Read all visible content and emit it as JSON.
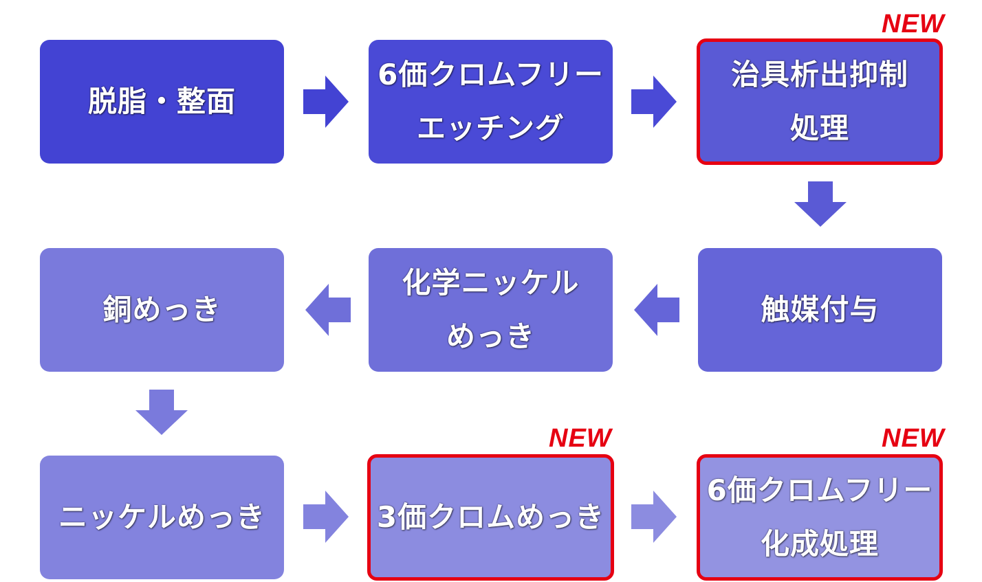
{
  "colors": {
    "new_border": "#e60012",
    "step_1": "#4343d3",
    "step_2": "#4a4ad6",
    "step_3": "#5a5ad5",
    "step_4": "#6565d8",
    "step_5": "#6f6fd9",
    "step_6": "#7a7adc",
    "step_7": "#8383de",
    "step_8": "#8c8ce0",
    "step_9": "#9393e1"
  },
  "steps": [
    {
      "id": 1,
      "lines": [
        "脱脂・整面"
      ],
      "new": false
    },
    {
      "id": 2,
      "lines": [
        "6価クロムフリー",
        "エッチング"
      ],
      "new": false
    },
    {
      "id": 3,
      "lines": [
        "治具析出抑制",
        "処理"
      ],
      "new": true
    },
    {
      "id": 4,
      "lines": [
        "触媒付与"
      ],
      "new": false
    },
    {
      "id": 5,
      "lines": [
        "化学ニッケル",
        "めっき"
      ],
      "new": false
    },
    {
      "id": 6,
      "lines": [
        "銅めっき"
      ],
      "new": false
    },
    {
      "id": 7,
      "lines": [
        "ニッケルめっき"
      ],
      "new": false
    },
    {
      "id": 8,
      "lines": [
        "3価クロムめっき"
      ],
      "new": true
    },
    {
      "id": 9,
      "lines": [
        "6価クロムフリー",
        "化成処理"
      ],
      "new": true
    }
  ],
  "new_label": "NEW"
}
